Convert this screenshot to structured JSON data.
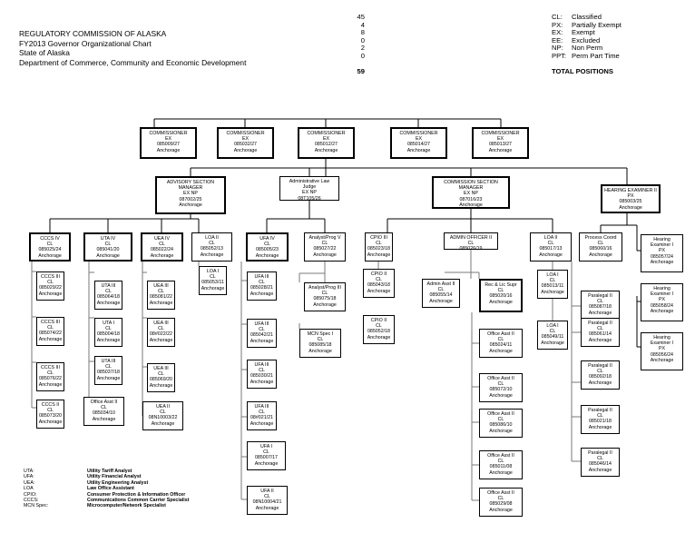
{
  "header": {
    "line1": "REGULATORY COMMISSION OF ALASKA",
    "line2": "FY2013 Governor Organizational Chart",
    "line3": "State of Alaska",
    "line4": "Department of Commerce, Community and Economic Development"
  },
  "summary": [
    {
      "count": "45",
      "code": "CL:",
      "label": "Classified"
    },
    {
      "count": "4",
      "code": "PX:",
      "label": "Partially Exempt"
    },
    {
      "count": "8",
      "code": "EX:",
      "label": "Exempt"
    },
    {
      "count": "0",
      "code": "EE:",
      "label": "Excluded"
    },
    {
      "count": "2",
      "code": "NP:",
      "label": "Non Perm"
    },
    {
      "count": "0",
      "code": "PPT:",
      "label": "Perm Part Time"
    }
  ],
  "total": {
    "count": "59",
    "label": "TOTAL POSITIONS"
  },
  "legend": [
    {
      "abbr": "UTA:",
      "desc": "Utility Tariff Analyst"
    },
    {
      "abbr": "UFA:",
      "desc": "Utility Financial Analyst"
    },
    {
      "abbr": "UEA:",
      "desc": "Utility Engineering Analyst"
    },
    {
      "abbr": "LOA",
      "desc": "Law Office Assistant"
    },
    {
      "abbr": "CPIO:",
      "desc": "Consumer Protection & Information Officer"
    },
    {
      "abbr": "CCCS:",
      "desc": "Communications Common Carrier Specialist"
    },
    {
      "abbr": "MCN Spec:",
      "desc": "Microcomputer/Network Specialist"
    }
  ],
  "boxes": [
    {
      "id": "comm1",
      "t": [
        "COMMISSIONER",
        "EX",
        "085009/27",
        "Anchorage"
      ]
    },
    {
      "id": "comm2",
      "t": [
        "COMMISSIONER",
        "EX",
        "085032/27",
        "Anchorage"
      ]
    },
    {
      "id": "comm3",
      "t": [
        "COMMISSIONER",
        "EX",
        "085012/27",
        "Anchorage"
      ]
    },
    {
      "id": "comm4",
      "t": [
        "COMMISSIONER",
        "EX",
        "085014/27",
        "Anchorage"
      ]
    },
    {
      "id": "comm5",
      "t": [
        "COMMISSIONER",
        "EX",
        "085013/27",
        "Anchorage"
      ]
    },
    {
      "id": "adv",
      "t": [
        "ADVISORY SECTION",
        "MANAGER",
        "EX NP",
        "087002/25",
        "Anchorage"
      ]
    },
    {
      "id": "alj",
      "t": [
        "Administrative Law",
        "Judge",
        "EX NP",
        "08T105/26",
        "Anchorage"
      ]
    },
    {
      "id": "csm",
      "t": [
        "COMMISSION SECTION",
        "MANAGER",
        "EX NP",
        "087016/23",
        "Anchorage"
      ]
    },
    {
      "id": "he",
      "t": [
        "HEARING EXAMINER II",
        "PX",
        "085003/25",
        "Anchorage"
      ]
    },
    {
      "id": "cccs4",
      "t": [
        "CCCS IV",
        "CL",
        "085025/24",
        "Anchorage"
      ]
    },
    {
      "id": "uta4",
      "t": [
        "UTA IV",
        "CL",
        "085041/20",
        "Anchorage"
      ]
    },
    {
      "id": "uea4",
      "t": [
        "UEA IV",
        "CL",
        "085022/24",
        "Anchorage"
      ]
    },
    {
      "id": "loa2a",
      "t": [
        "LOA II",
        "CL",
        "085052/13",
        "Anchorage"
      ]
    },
    {
      "id": "ufa4",
      "t": [
        "UFA IV",
        "CL",
        "085005/23",
        "Anchorage"
      ]
    },
    {
      "id": "apv",
      "t": [
        "Analyst/Prog V",
        "CL",
        "085027/22",
        "Anchorage"
      ]
    },
    {
      "id": "cpio3",
      "t": [
        "CPIO III",
        "CL",
        "085023/18",
        "Anchorage"
      ]
    },
    {
      "id": "ao2",
      "t": [
        "ADMIN OFFICER II",
        "CL",
        "085026/19",
        "Anchorage"
      ]
    },
    {
      "id": "loa2b",
      "t": [
        "LOA II",
        "CL",
        "085017/13",
        "Anchorage"
      ]
    },
    {
      "id": "pc",
      "t": [
        "Process Coord",
        "CL",
        "085060/16",
        "Anchorage"
      ]
    },
    {
      "id": "he1",
      "t": [
        "Hearing",
        "Examiner I",
        "PX",
        "085057/24",
        "Anchorage"
      ]
    },
    {
      "id": "he2",
      "t": [
        "Hearing",
        "Examiner I",
        "PX",
        "085058/24",
        "Anchorage"
      ]
    },
    {
      "id": "he3",
      "t": [
        "Hearing",
        "Examiner I",
        "PX",
        "085056/24",
        "Anchorage"
      ]
    },
    {
      "id": "c3a",
      "t": [
        "CCCS III",
        "CL",
        "085029/22",
        "Anchorage"
      ]
    },
    {
      "id": "c3b",
      "t": [
        "CCCS III",
        "CL",
        "085074/22",
        "Anchorage"
      ]
    },
    {
      "id": "c3c",
      "t": [
        "CCCS III",
        "CL",
        "085076/22",
        "Anchorage"
      ]
    },
    {
      "id": "c2",
      "t": [
        "CCCS II",
        "CL",
        "085073/20",
        "Anchorage"
      ]
    },
    {
      "id": "uta3",
      "t": [
        "UTA III",
        "CL",
        "085064/18",
        "Anchorage"
      ]
    },
    {
      "id": "uta1",
      "t": [
        "UTA I",
        "CL",
        "085004/18",
        "Anchorage"
      ]
    },
    {
      "id": "uta2",
      "t": [
        "UTA III",
        "CL",
        "085037/18",
        "Anchorage"
      ]
    },
    {
      "id": "oa2",
      "t": [
        "Office Asst II",
        "CL",
        "085034/10",
        "Anchorage"
      ]
    },
    {
      "id": "uea3a",
      "t": [
        "UEA III",
        "CL",
        "085081/22",
        "Anchorage"
      ]
    },
    {
      "id": "uea3b",
      "t": [
        "UEA III",
        "CL",
        "08#022/22",
        "Anchorage"
      ]
    },
    {
      "id": "uea3c",
      "t": [
        "UEA III",
        "CL",
        "085069/20",
        "Anchorage"
      ]
    },
    {
      "id": "uea2",
      "t": [
        "UEA II",
        "CL",
        "08N10003/22",
        "Anchorage"
      ]
    },
    {
      "id": "loa1a",
      "t": [
        "LOA I",
        "CL",
        "085053/11",
        "Anchorage"
      ]
    },
    {
      "id": "ufa3a",
      "t": [
        "UFA III",
        "CL",
        "085028/21",
        "Anchorage"
      ]
    },
    {
      "id": "ufa3b",
      "t": [
        "UFA III",
        "CL",
        "085042/21",
        "Anchorage"
      ]
    },
    {
      "id": "ufa3c",
      "t": [
        "UFA III",
        "CL",
        "085030/21",
        "Anchorage"
      ]
    },
    {
      "id": "ufa3d",
      "t": [
        "UFA III",
        "CL",
        "08#021/21",
        "Anchorage"
      ]
    },
    {
      "id": "ufa1",
      "t": [
        "UFA I",
        "CL",
        "085007/17",
        "Anchorage"
      ]
    },
    {
      "id": "ufa2",
      "t": [
        "UFA II",
        "CL",
        "08N10004/21",
        "Anchorage"
      ]
    },
    {
      "id": "ap2",
      "t": [
        "Analyst/Prog III",
        "CL",
        "085075/18",
        "Anchorage"
      ]
    },
    {
      "id": "mcn",
      "t": [
        "MCN Spec I",
        "CL",
        "085085/18",
        "Anchorage"
      ]
    },
    {
      "id": "cpio2a",
      "t": [
        "CPIO II",
        "CL",
        "085043/18",
        "Anchorage"
      ]
    },
    {
      "id": "cpio2b",
      "t": [
        "CPIO II",
        "CL",
        "085052/18",
        "Anchorage"
      ]
    },
    {
      "id": "aa2",
      "t": [
        "Admin Asst II",
        "CL",
        "085055/14",
        "Anchorage"
      ]
    },
    {
      "id": "rls",
      "t": [
        "Rec & Lic Supr",
        "CL",
        "085020/16",
        "Anchorage"
      ]
    },
    {
      "id": "oa2b",
      "t": [
        "Office Asst II",
        "CL",
        "085024/11",
        "Anchorage"
      ]
    },
    {
      "id": "oa2c",
      "t": [
        "Office Asst II",
        "CL",
        "085072/10",
        "Anchorage"
      ]
    },
    {
      "id": "oa2d",
      "t": [
        "Office Asst II",
        "CL",
        "085086/10",
        "Anchorage"
      ]
    },
    {
      "id": "oa2e",
      "t": [
        "Office Asst II",
        "CL",
        "085011/08",
        "Anchorage"
      ]
    },
    {
      "id": "oa2f",
      "t": [
        "Office Asst II",
        "CL",
        "085029/08",
        "Anchorage"
      ]
    },
    {
      "id": "loa1b",
      "t": [
        "LOA I",
        "CL",
        "085013/11",
        "Anchorage"
      ]
    },
    {
      "id": "loa1c",
      "t": [
        "LOA I",
        "CL",
        "085049/11",
        "Anchorage"
      ]
    },
    {
      "id": "pl2a",
      "t": [
        "Paralegal II",
        "CL",
        "085087/18",
        "Anchorage"
      ]
    },
    {
      "id": "pl2b",
      "t": [
        "Paralegal II",
        "CL",
        "085061/14",
        "Anchorage"
      ]
    },
    {
      "id": "pl2c",
      "t": [
        "Paralegal II",
        "CL",
        "085092/18",
        "Anchorage"
      ]
    },
    {
      "id": "pl2d",
      "t": [
        "Paralegal II",
        "CL",
        "085021/18",
        "Anchorage"
      ]
    },
    {
      "id": "pl2e",
      "t": [
        "Paralegal II",
        "CL",
        "085046/14",
        "Anchorage"
      ]
    }
  ]
}
